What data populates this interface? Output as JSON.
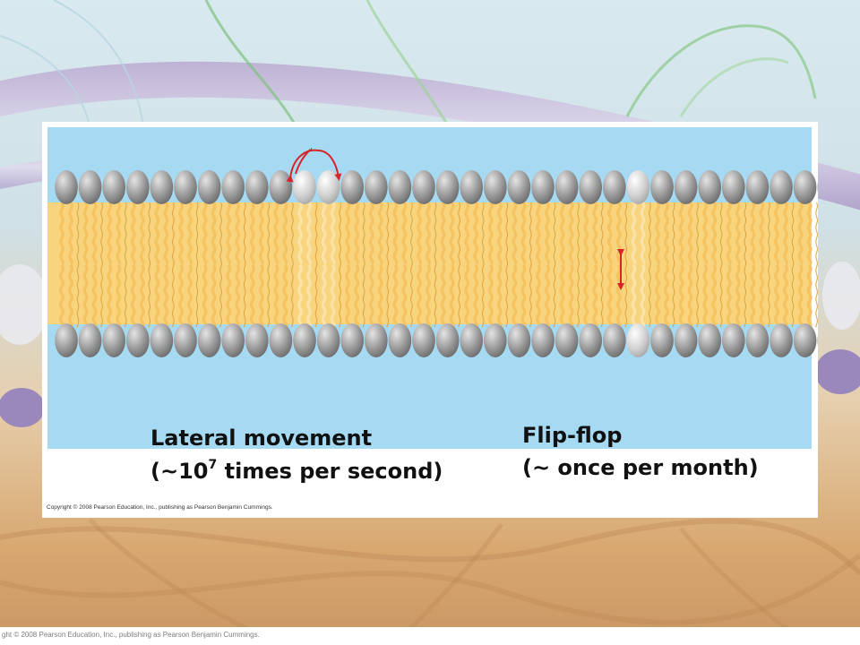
{
  "labels": {
    "lateral_title": "Lateral movement",
    "lateral_rate_prefix": "(~10",
    "lateral_rate_exponent": "7",
    "lateral_rate_suffix": " times per second)",
    "flipflop_title": "Flip-flop",
    "flipflop_rate": "(~ once per month)"
  },
  "copyright": {
    "card": "Copyright © 2008 Pearson Education, Inc., publishing as Pearson Benjamin Cummings.",
    "page": "ght © 2008 Pearson Education, Inc., publishing as Pearson Benjamin Cummings."
  },
  "colors": {
    "water": "#a6daf2",
    "tails": "#f5c460",
    "heads": "#8c8c8c",
    "highlight_heads": "#cfcfcf",
    "arrows": "#d8232a"
  }
}
